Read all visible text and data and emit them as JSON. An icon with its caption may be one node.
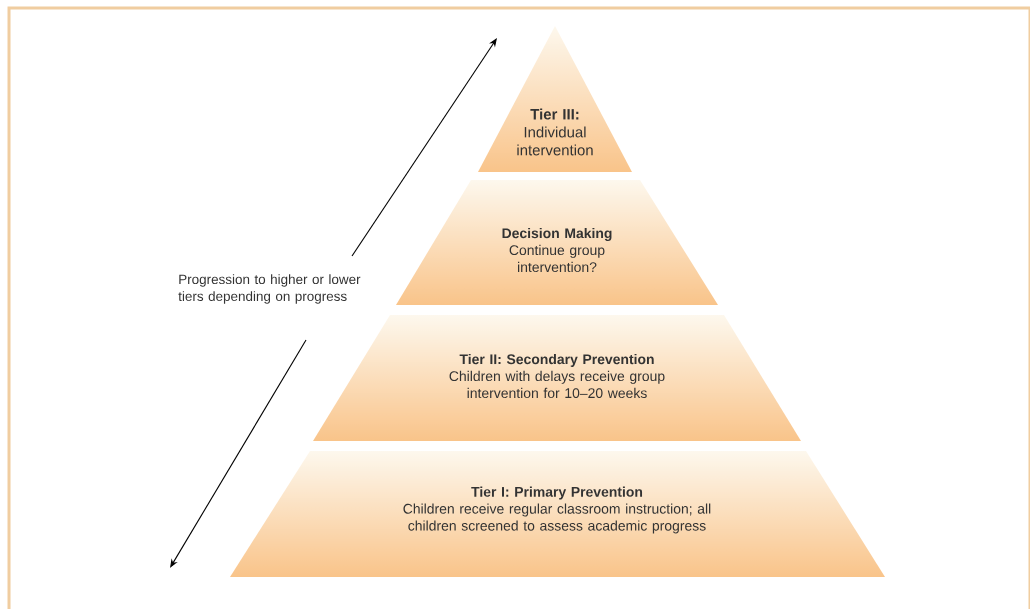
{
  "diagram": {
    "nodes": [
      {
        "text": [
          "Tier III:",
          "Individual intervention"
        ]
      },
      {
        "text": [
          "Decision Making",
          "Continue group intervention?"
        ]
      },
      {
        "text": [
          "Tier II: Secondary Prevention",
          "Children with delays receive group intervention for 10–20 weeks"
        ]
      },
      {
        "text": [
          "Tier I: Primary Prevention",
          "Children receive regular classroom instruction; all children screened to assess academic progress"
        ]
      }
    ],
    "labels": [
      "Progression to higher or lower tiers depending on progress"
    ]
  }
}
